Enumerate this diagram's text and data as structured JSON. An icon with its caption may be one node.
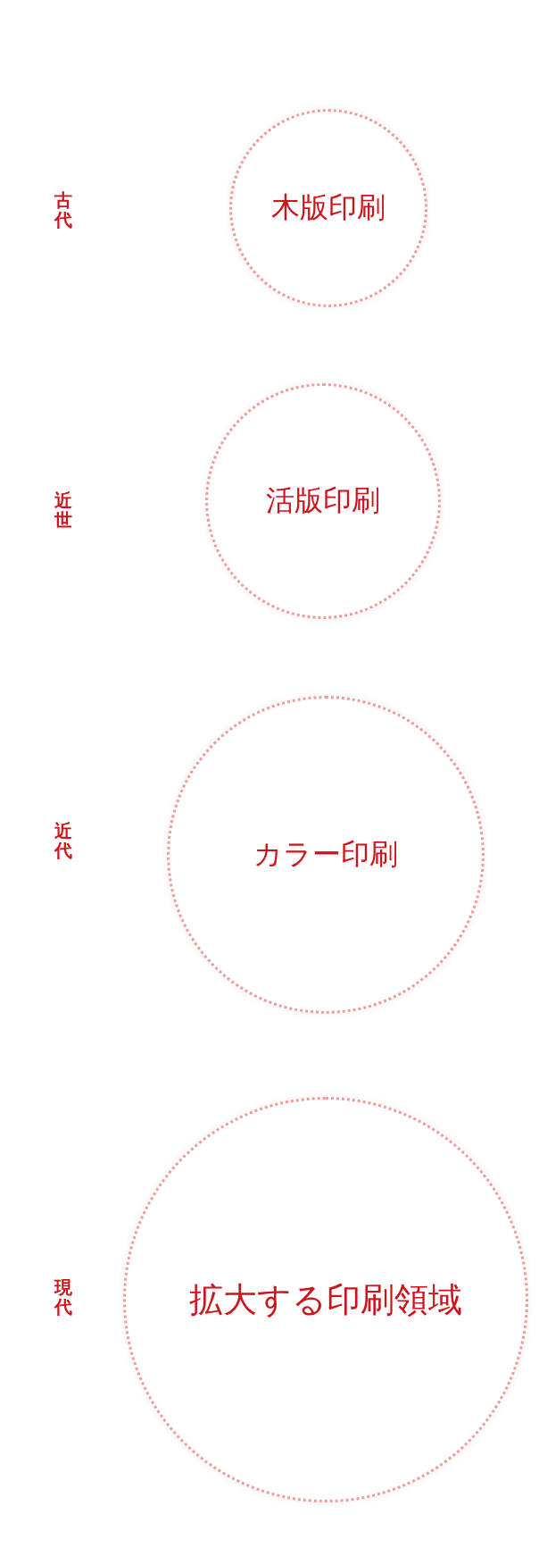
{
  "diagram": {
    "nodes": [
      {
        "text": [
          "木版印刷"
        ]
      },
      {
        "text": [
          "活版印刷"
        ]
      },
      {
        "text": [
          "カラー印刷"
        ]
      },
      {
        "text": [
          "拡大する印刷領域"
        ]
      }
    ],
    "labels": [
      "古代",
      "近世",
      "近代",
      "現代"
    ]
  }
}
